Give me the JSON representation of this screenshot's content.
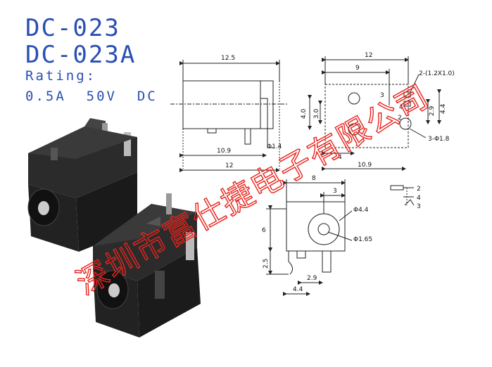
{
  "header": {
    "model_1": "DC-023",
    "model_2": "DC-023A",
    "rating_label": "Rating:",
    "rating_value": "0.5A  50V  DC"
  },
  "side_view": {
    "dims": [
      "12.5",
      "10.9",
      "12",
      "Φ1.4"
    ]
  },
  "top_view": {
    "dims": [
      "12",
      "9",
      "2-(1.2X1.0)",
      "4.0",
      "3.0",
      "2.9",
      "4.4",
      "3-Φ1.8",
      "4",
      "10.9"
    ],
    "pin_labels": [
      "3",
      "4",
      "2"
    ]
  },
  "front_view": {
    "dims": [
      "8",
      "3",
      "Φ4.4",
      "Φ1.65",
      "6",
      "2.5",
      "2.9",
      "4.4"
    ]
  },
  "schematic": {
    "pins": [
      "2",
      "4",
      "3"
    ]
  },
  "watermark": "深圳市富仕捷电子有限公司",
  "colors": {
    "title_blue": "#2a4fb3",
    "watermark_red": "#e8231c",
    "line": "#222222"
  }
}
